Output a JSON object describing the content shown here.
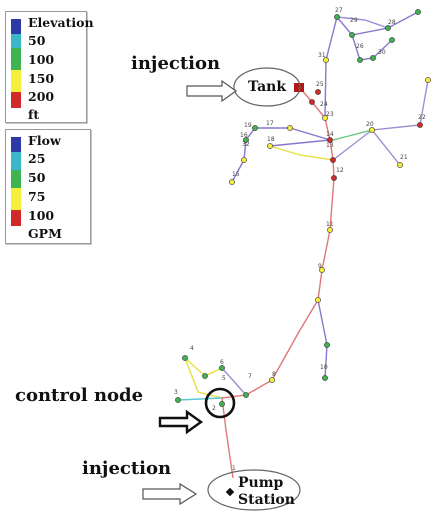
{
  "legend_elevation": {
    "title": "Elevation",
    "labels": [
      "50",
      "100",
      "150",
      "200",
      "ft"
    ],
    "colors": [
      "#2b3aa6",
      "#39b6c8",
      "#3fb34f",
      "#f4ef3a",
      "#d02a2a"
    ]
  },
  "legend_flow": {
    "title": "Flow",
    "labels": [
      "25",
      "50",
      "75",
      "100",
      "GPM"
    ],
    "colors": [
      "#2b3aa6",
      "#39b6c8",
      "#3fb34f",
      "#f4ef3a",
      "#d02a2a"
    ]
  },
  "annotations": {
    "injection_top": "injection",
    "tank": "Tank",
    "control_node": "control node",
    "injection_bottom": "injection",
    "pump": "Pump",
    "station": "Station"
  },
  "node_ids": [
    "27",
    "29",
    "28",
    "31",
    "26",
    "30",
    "25",
    "24",
    "23",
    "19",
    "17",
    "16",
    "22",
    "32",
    "18",
    "14",
    "13",
    "20",
    "21",
    "15",
    "12",
    "11",
    "9",
    "8",
    "7",
    "10",
    "4",
    "6",
    "5",
    "3",
    "2",
    "1"
  ]
}
